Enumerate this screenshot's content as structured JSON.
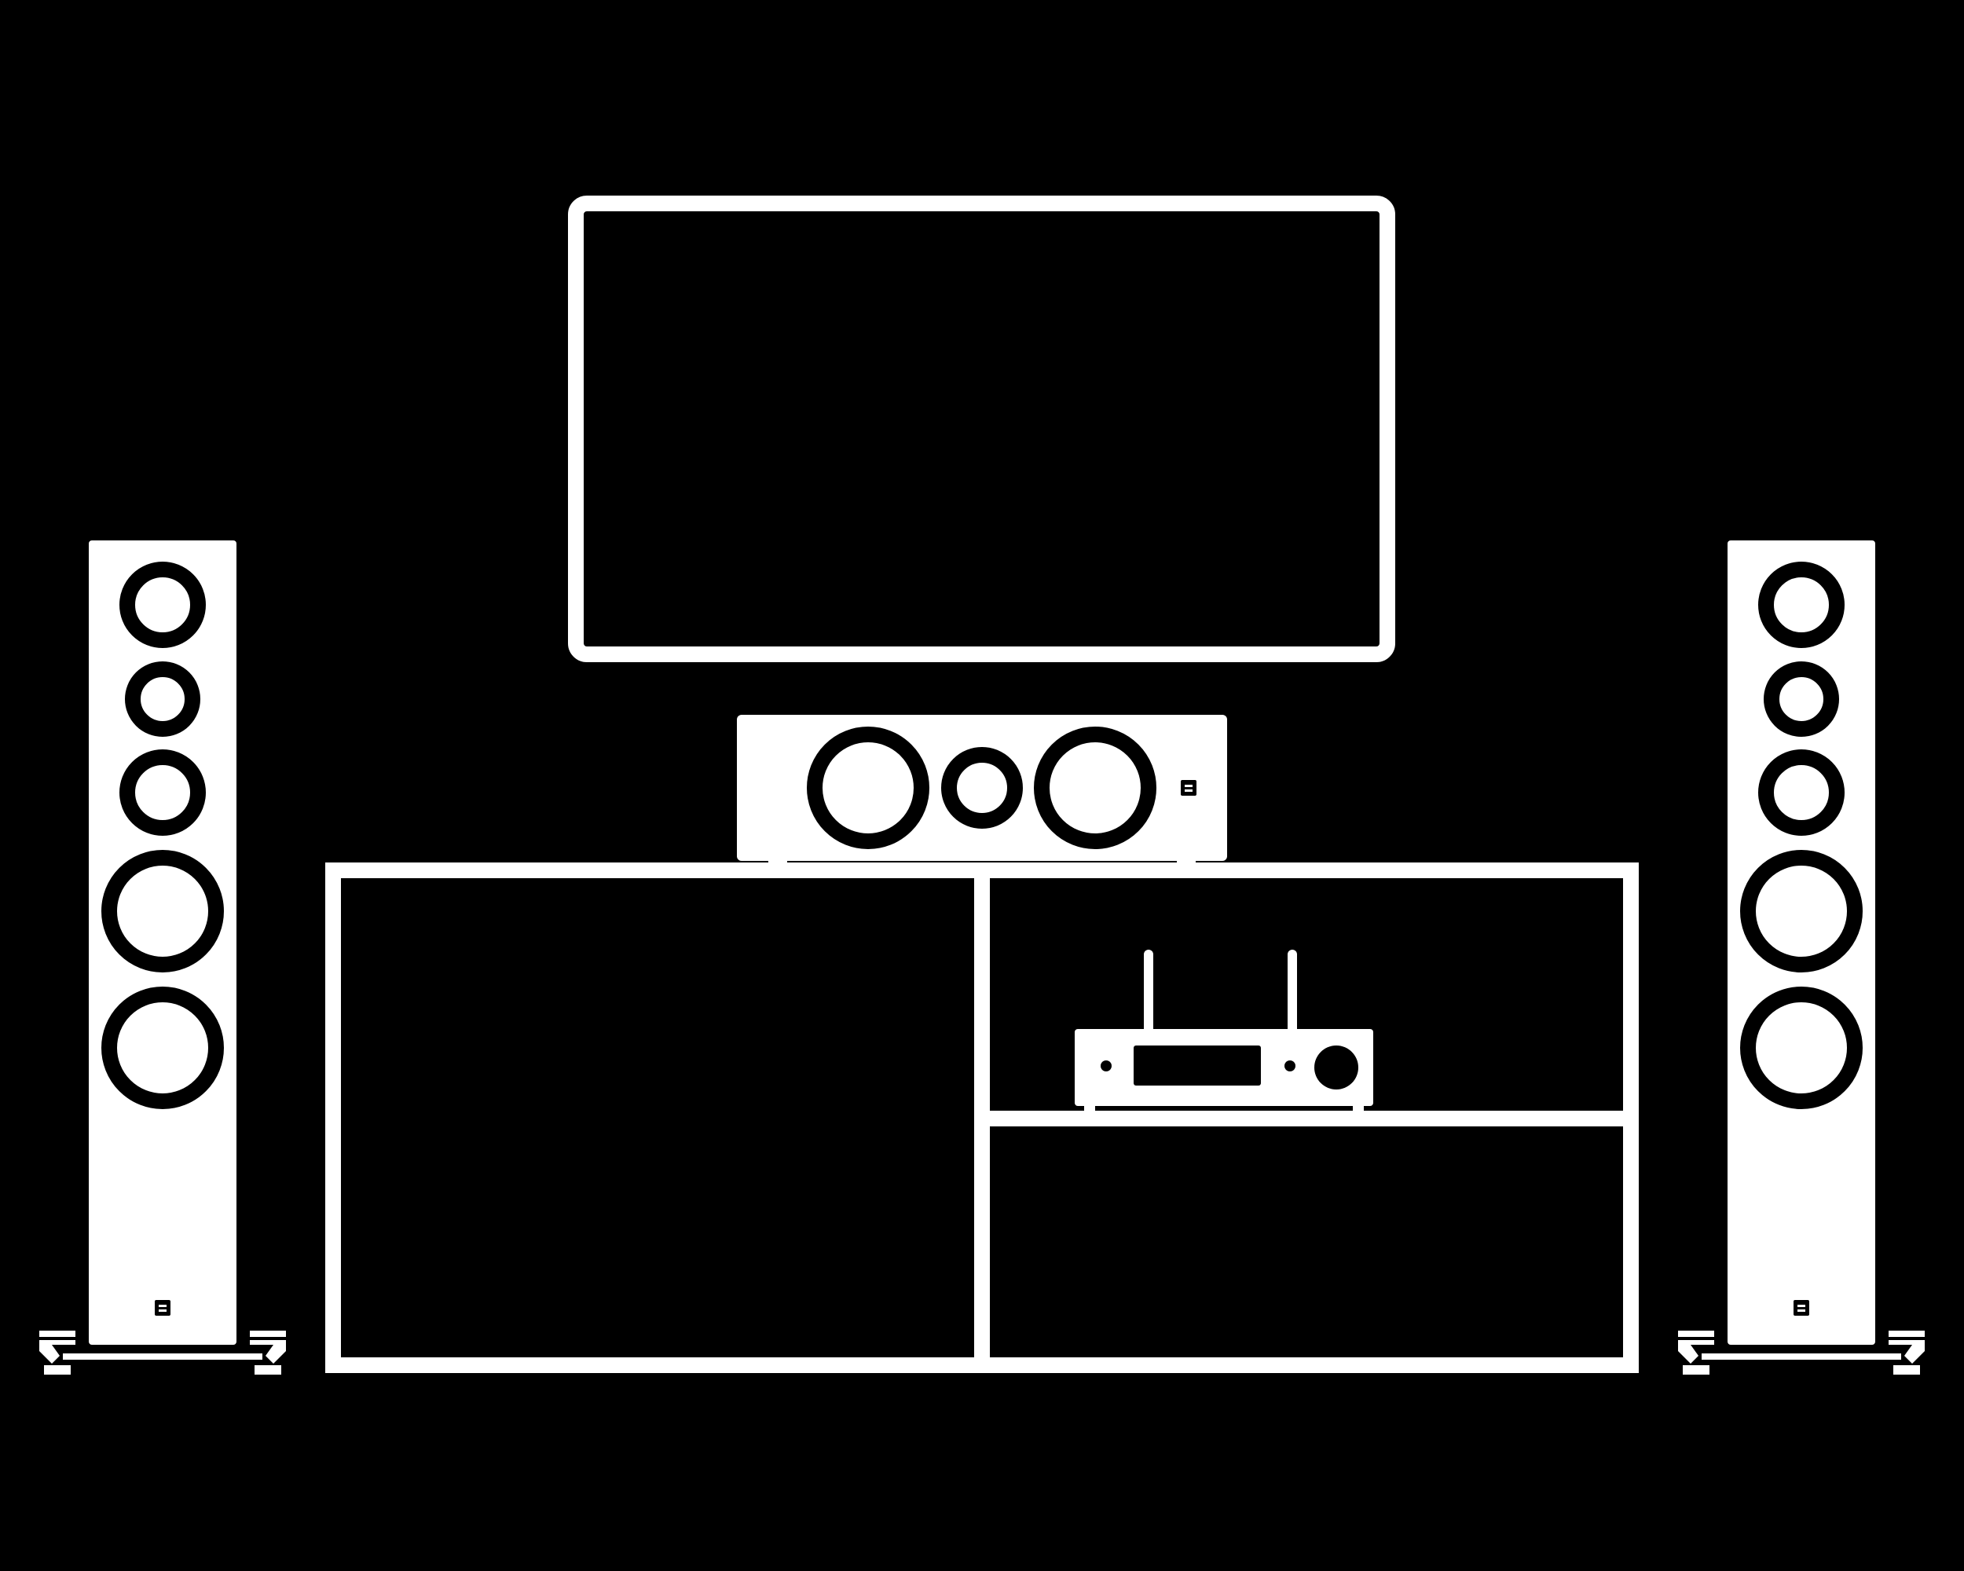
{
  "scene": {
    "background_color": "#000000",
    "line_color": "#ffffff",
    "objects": {
      "tv": {
        "icon": "flat-screen-tv-icon"
      },
      "center_speaker": {
        "icon": "center-channel-speaker-icon",
        "driver_count": 3
      },
      "left_tower_speaker": {
        "icon": "floor-standing-speaker-icon",
        "driver_count": 5
      },
      "right_tower_speaker": {
        "icon": "floor-standing-speaker-icon",
        "driver_count": 5
      },
      "media_console": {
        "icon": "tv-stand-cabinet-icon",
        "compartments": 3
      },
      "receiver": {
        "icon": "av-receiver-with-antennas-icon",
        "antennas": 2
      }
    }
  }
}
